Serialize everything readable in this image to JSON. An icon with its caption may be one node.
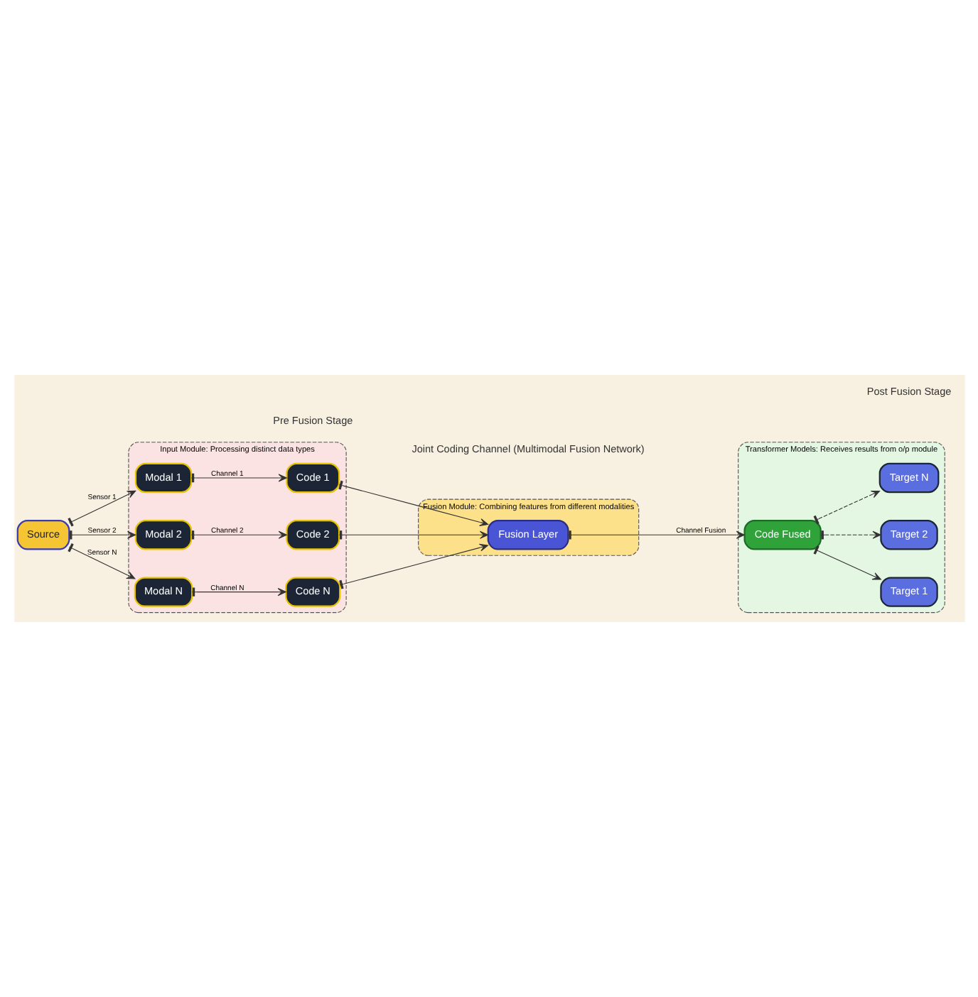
{
  "diagram": {
    "nodes": [
      {
        "text": [
          "Source"
        ]
      },
      {
        "text": [
          "Input Module: Processing distinct data types"
        ]
      },
      {
        "text": [
          "Modal 1"
        ],
        "in": 1
      },
      {
        "text": [
          "Code 1"
        ],
        "in": 1
      },
      {
        "text": [
          "Modal 2"
        ],
        "in": 1
      },
      {
        "text": [
          "Code 2"
        ],
        "in": 1
      },
      {
        "text": [
          "Modal N"
        ],
        "in": 1
      },
      {
        "text": [
          "Code N"
        ],
        "in": 1
      },
      {
        "text": [
          "Fusion Module: Combining features from different modalities"
        ]
      },
      {
        "text": [
          "Fusion Layer"
        ],
        "in": 8
      },
      {
        "text": [
          "Transformer Models: Receives results from o/p module"
        ]
      },
      {
        "text": [
          "Code Fused"
        ],
        "in": 10
      },
      {
        "text": [
          "Target 1"
        ],
        "in": 10
      },
      {
        "text": [
          "Target 2"
        ],
        "in": 10
      },
      {
        "text": [
          "Target N"
        ],
        "in": 10
      }
    ],
    "edges": [
      {
        "from": 0,
        "to": 2,
        "arrow": "to",
        "label": "Sensor 1"
      },
      {
        "from": 0,
        "to": 4,
        "arrow": "to",
        "label": "Sensor 2"
      },
      {
        "from": 0,
        "to": 6,
        "arrow": "to",
        "label": "Sensor N"
      },
      {
        "from": 2,
        "to": 3,
        "arrow": "to",
        "label": "Channel 1"
      },
      {
        "from": 4,
        "to": 5,
        "arrow": "to",
        "label": "Channel 2"
      },
      {
        "from": 6,
        "to": 7,
        "arrow": "to",
        "label": "Channel N"
      },
      {
        "from": 3,
        "to": 9,
        "arrow": "to"
      },
      {
        "from": 5,
        "to": 9,
        "arrow": "to"
      },
      {
        "from": 7,
        "to": 9,
        "arrow": "to"
      },
      {
        "from": 9,
        "to": 11,
        "arrow": "to",
        "label": "Channel Fusion"
      },
      {
        "from": 11,
        "to": 12,
        "arrow": "to"
      },
      {
        "from": 11,
        "to": 13,
        "arrow": "to",
        "style": "dashed"
      },
      {
        "from": 11,
        "to": 14,
        "arrow": "to",
        "style": "dashed"
      }
    ],
    "labels": [
      "Pre Fusion Stage",
      "Post Fusion Stage",
      "Joint Coding Channel (Multimodal Fusion Network)"
    ]
  }
}
